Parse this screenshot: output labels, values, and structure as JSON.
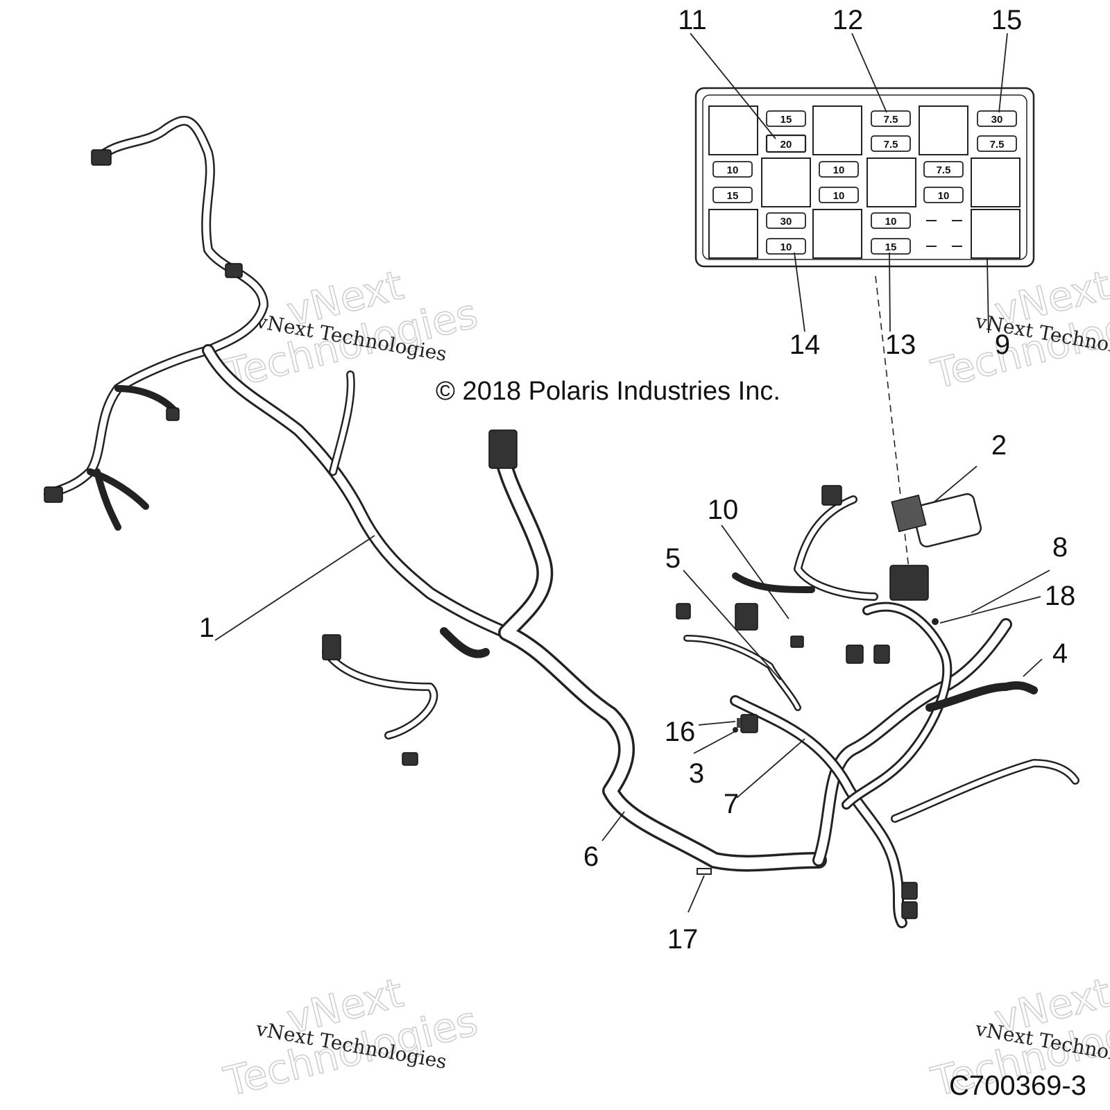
{
  "copyright": "© 2018 Polaris Industries Inc.",
  "figure_id": "C700369-3",
  "watermark": {
    "company_line": "vNext Technologies",
    "big_word_1": "vNext",
    "big_word_2": "Technologies"
  },
  "callouts": [
    "1",
    "2",
    "3",
    "4",
    "5",
    "6",
    "7",
    "8",
    "9",
    "10",
    "11",
    "12",
    "13",
    "14",
    "15",
    "16",
    "17",
    "18"
  ],
  "fuse_box": {
    "fuses": [
      "15",
      "20",
      "7.5",
      "7.5",
      "30",
      "7.5",
      "10",
      "15",
      "10",
      "10",
      "7.5",
      "10",
      "30",
      "10",
      "10",
      "15"
    ]
  }
}
